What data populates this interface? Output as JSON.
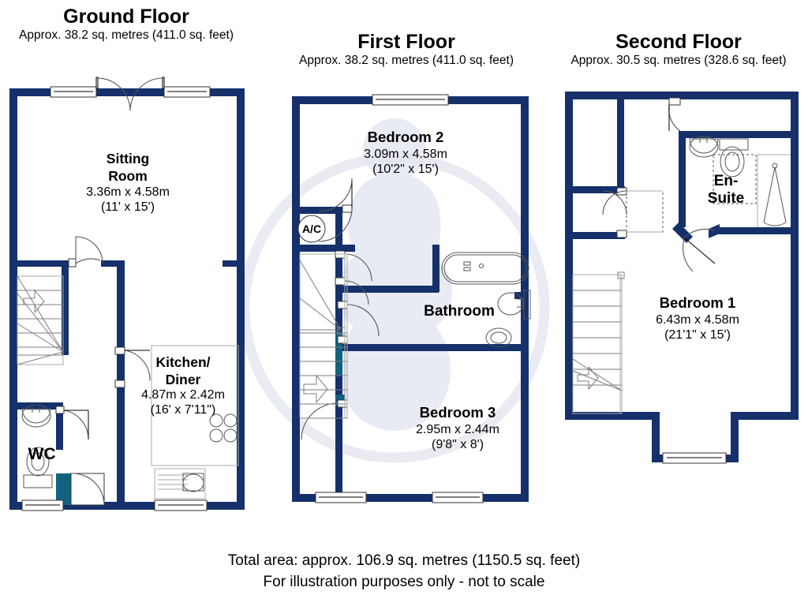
{
  "document": {
    "type": "floor-plan",
    "wall_color": "#15306b",
    "accent_color": "#10627e",
    "watermark_color": "#ced3e4"
  },
  "floors": [
    {
      "id": "ground",
      "title": "Ground Floor",
      "area": "Approx. 38.2 sq. metres (411.0 sq. feet)",
      "rooms": [
        {
          "name": "Sitting",
          "name2": "Room",
          "metric": "3.36m x 4.58m",
          "imperial": "(11' x 15')"
        },
        {
          "name": "Kitchen/",
          "name2": "Diner",
          "metric": "4.87m x 2.42m",
          "imperial": "(16' x 7'11\")"
        },
        {
          "name": "WC",
          "name2": "",
          "metric": "",
          "imperial": ""
        }
      ]
    },
    {
      "id": "first",
      "title": "First Floor",
      "area": "Approx. 38.2 sq. metres (411.0 sq. feet)",
      "rooms": [
        {
          "name": "Bedroom 2",
          "name2": "",
          "metric": "3.09m x 4.58m",
          "imperial": "(10'2\" x 15')"
        },
        {
          "name": "Bathroom",
          "name2": "",
          "metric": "",
          "imperial": ""
        },
        {
          "name": "Bedroom 3",
          "name2": "",
          "metric": "2.95m x 2.44m",
          "imperial": "(9'8\" x 8')"
        }
      ],
      "tags": [
        {
          "label": "A/C"
        }
      ]
    },
    {
      "id": "second",
      "title": "Second Floor",
      "area": "Approx. 30.5 sq. metres (328.6 sq. feet)",
      "rooms": [
        {
          "name": "En-",
          "name2": "Suite",
          "metric": "",
          "imperial": ""
        },
        {
          "name": "Bedroom 1",
          "name2": "",
          "metric": "6.43m x 4.58m",
          "imperial": "(21'1\" x 15')"
        }
      ]
    }
  ],
  "footer": {
    "line1": "Total area: approx. 106.9 sq. metres (1150.5 sq. feet)",
    "line2": "For illustration purposes only - not to scale"
  }
}
